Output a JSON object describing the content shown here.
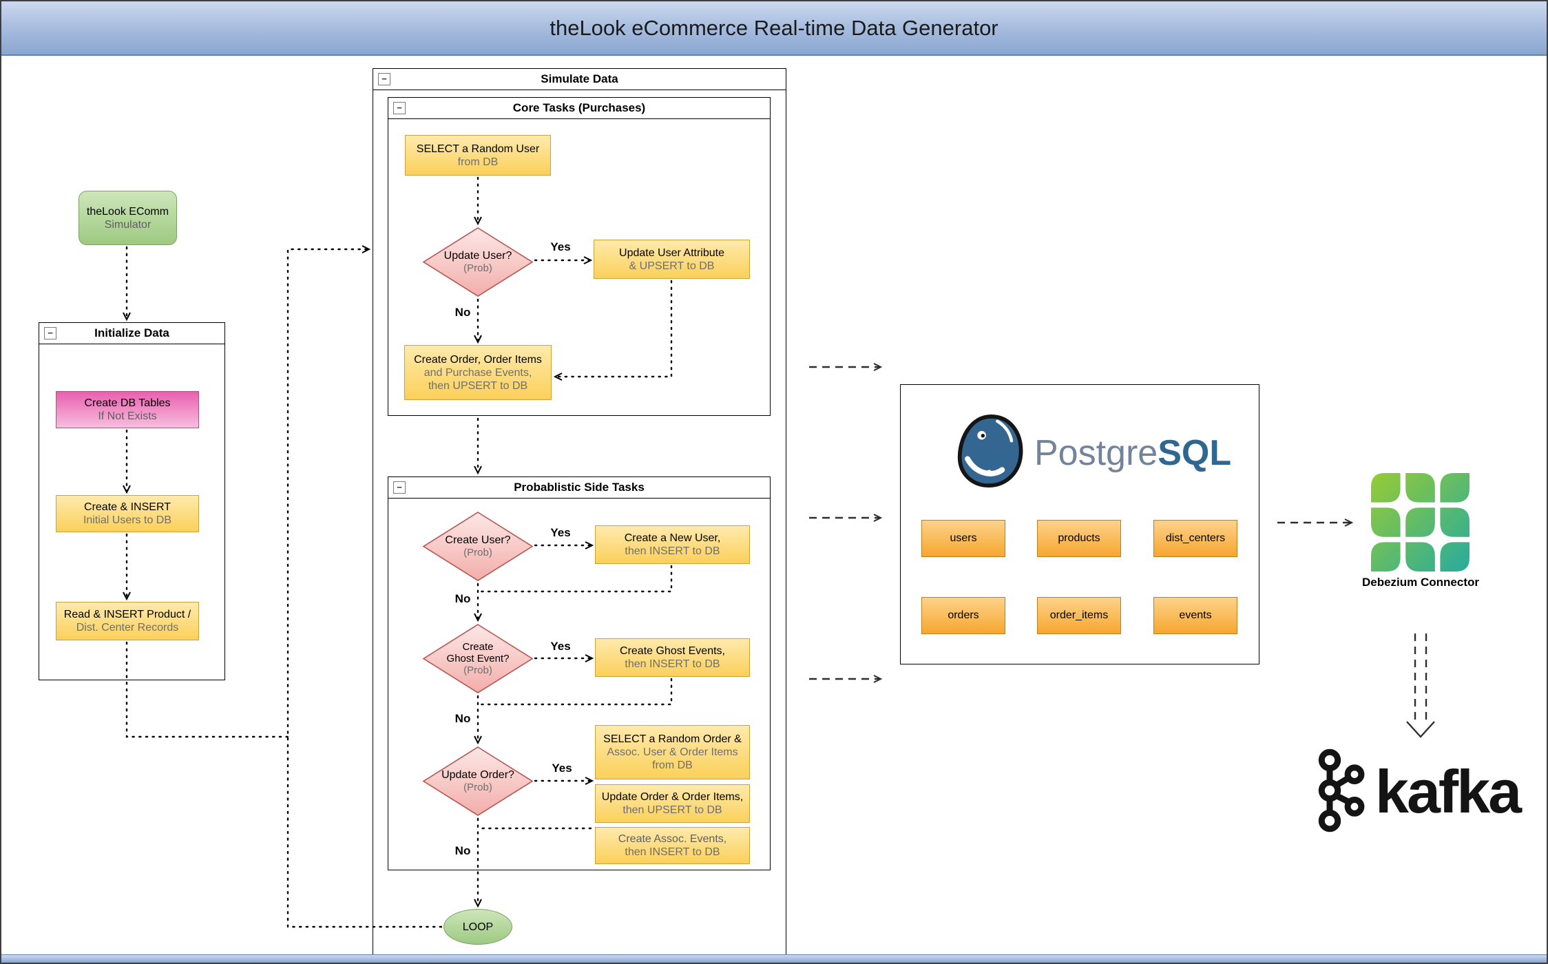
{
  "title_bar": {
    "title": "theLook eCommerce Real-time Data Generator"
  },
  "icons": {
    "collapse_glyph": "−"
  },
  "edge_labels": {
    "yes": "Yes",
    "no": "No"
  },
  "simulator": {
    "line1": "theLook EComm",
    "line2": "Simulator"
  },
  "initialize": {
    "title": "Initialize Data",
    "create_tables": {
      "line1": "Create DB Tables",
      "line2": "If Not Exists"
    },
    "insert_users": {
      "line1": "Create & INSERT",
      "line2": "Initial Users to DB"
    },
    "insert_products": {
      "line1": "Read & INSERT Product /",
      "line2": "Dist. Center Records"
    }
  },
  "simulate": {
    "title": "Simulate Data",
    "core": {
      "title": "Core Tasks (Purchases)",
      "select_user": {
        "line1": "SELECT a Random User",
        "line2": "from DB"
      },
      "update_user_q": {
        "line1": "Update User?",
        "line2": "(Prob)"
      },
      "update_attr": {
        "line1": "Update User Attribute",
        "line2": "& UPSERT to DB"
      },
      "create_order": {
        "line1": "Create Order, Order Items",
        "line2": "and Purchase Events,",
        "line3": "then UPSERT to DB"
      }
    },
    "side": {
      "title": "Probablistic Side Tasks",
      "create_user_q": {
        "line1": "Create User?",
        "line2": "(Prob)"
      },
      "create_new_user": {
        "line1": "Create a New User,",
        "line2": "then INSERT to DB"
      },
      "ghost_q": {
        "line1": "Create",
        "line2": "Ghost Event?",
        "line3": "(Prob)"
      },
      "create_ghost": {
        "line1": "Create Ghost Events,",
        "line2": "then INSERT to DB"
      },
      "update_order_q": {
        "line1": "Update Order?",
        "line2": "(Prob)"
      },
      "select_order": {
        "line1": "SELECT a Random Order &",
        "line2": "Assoc. User & Order Items",
        "line3": "from DB"
      },
      "update_order": {
        "line1": "Update Order & Order Items,",
        "line2": "then UPSERT to DB"
      },
      "assoc_events": {
        "line1": "Create Assoc. Events,",
        "line2": "then INSERT to DB"
      }
    },
    "loop_label": "LOOP"
  },
  "postgres": {
    "brand_prefix": "Postgre",
    "brand_suffix": "SQL",
    "tables": [
      "users",
      "products",
      "dist_centers",
      "orders",
      "order_items",
      "events"
    ]
  },
  "debezium": {
    "label": "Debezium Connector"
  },
  "kafka": {
    "label": "kafka"
  },
  "colors": {
    "titlebar_top": "#cdd9ef",
    "titlebar_bottom": "#8aa6d1",
    "yellow_fill": "#fbd05a",
    "yellow_border": "#c9a23a",
    "pink_fill": "#e95fae",
    "pink_border": "#aa4f8a",
    "diamond_fill": "#f2aeaa",
    "diamond_border": "#b85450",
    "green_fill": "#9dc981",
    "green_border": "#7ca163",
    "orange_fill": "#f6a72f",
    "orange_border": "#c07d19",
    "postgres_blue": "#336791",
    "debezium_green": "#97cb35",
    "debezium_teal": "#27ab9e",
    "kafka_black": "#141414"
  }
}
